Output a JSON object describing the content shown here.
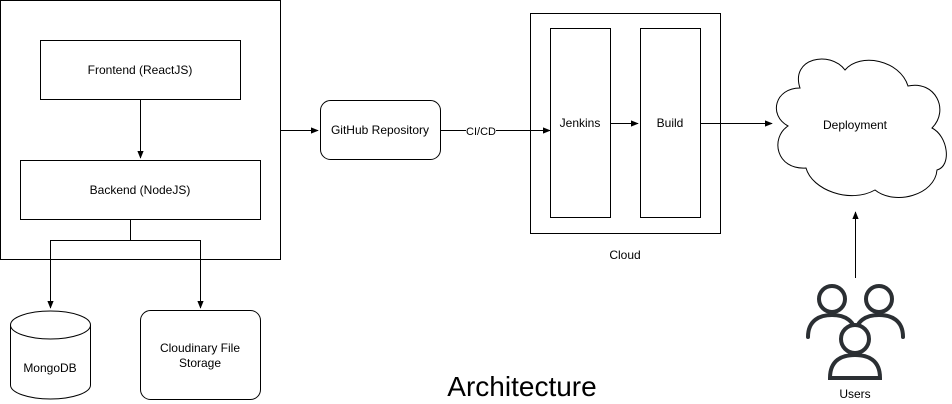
{
  "diagram": {
    "frontend_label": "Frontend (ReactJS)",
    "backend_label": "Backend (NodeJS)",
    "github_label": "GitHub Repository",
    "cicd_label": "CI/CD",
    "jenkins_label": "Jenkins",
    "build_label": "Build",
    "cloud_label": "Cloud",
    "deployment_label": "Deployment",
    "mongodb_label": "MongoDB",
    "cloudinary_label_line1": "Cloudinary File",
    "cloudinary_label_line2": "Storage",
    "users_label": "Users",
    "title": "Architecture",
    "users_icon": "users-icon",
    "stroke_color": "#000000",
    "background_color": "#ffffff"
  }
}
